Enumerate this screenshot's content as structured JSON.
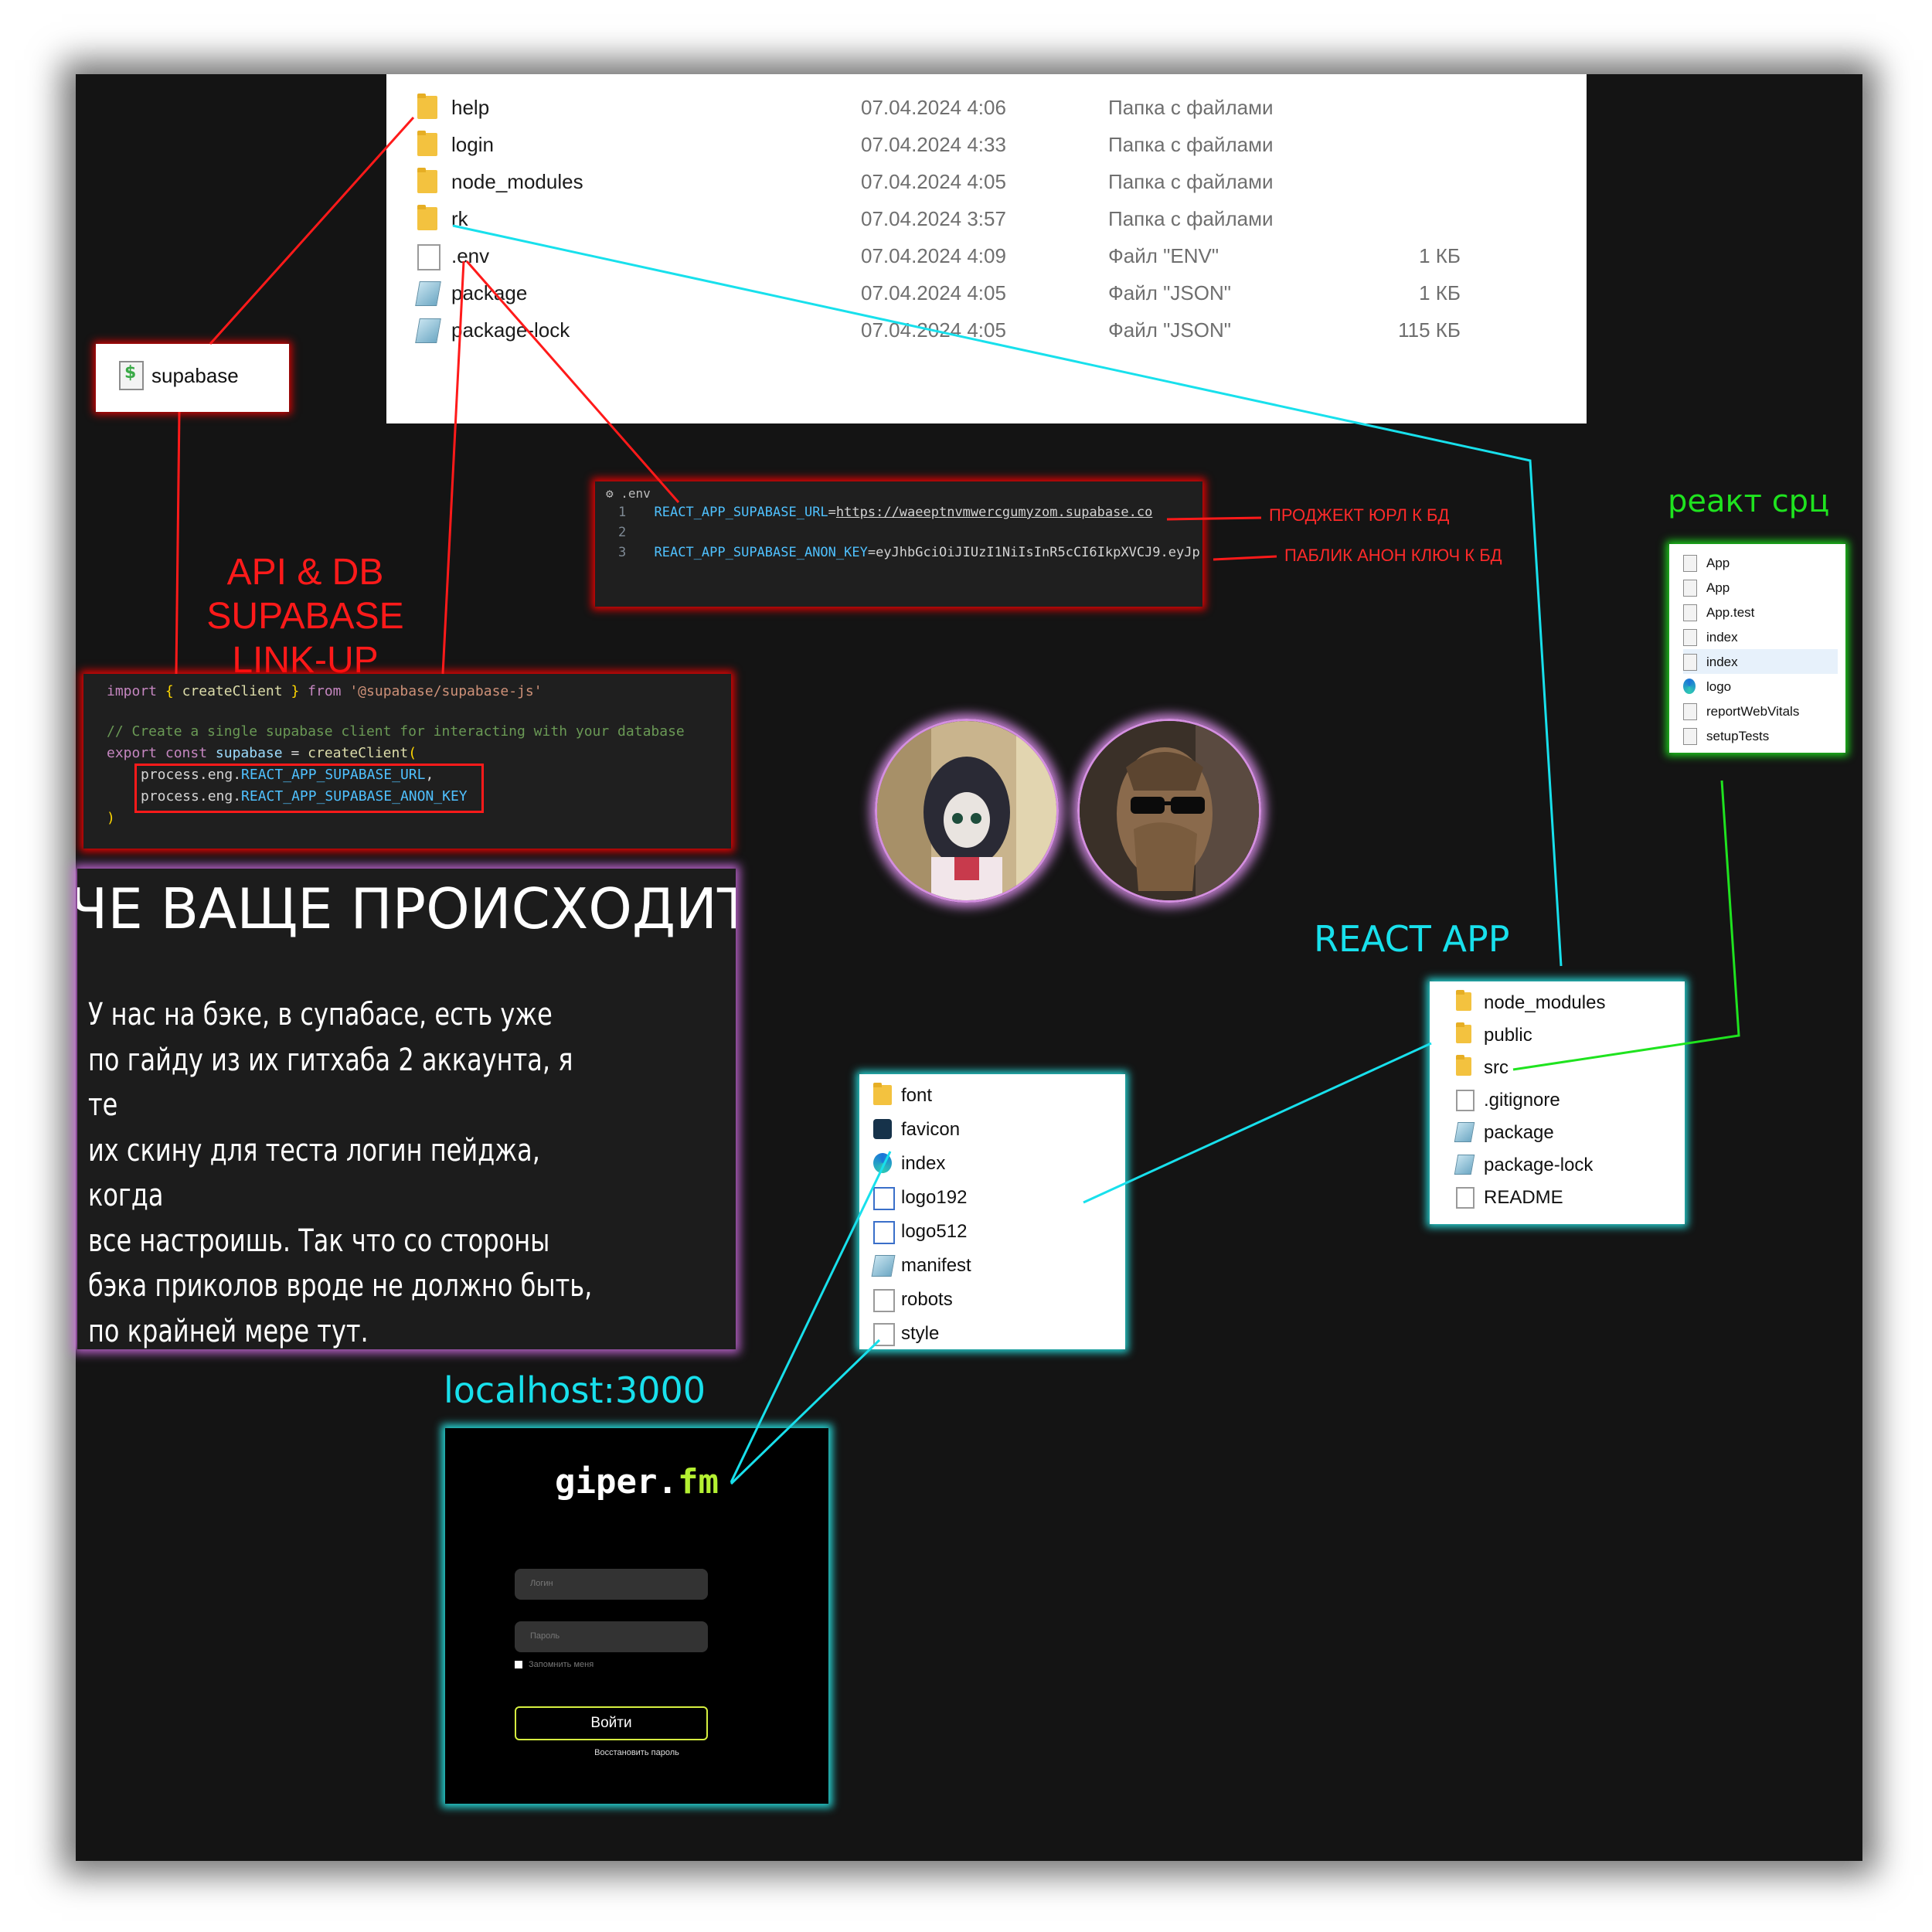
{
  "explorer": {
    "rows": [
      {
        "name": "help",
        "date": "07.04.2024 4:06",
        "type": "Папка с файлами",
        "size": "",
        "icon": "folder-icon"
      },
      {
        "name": "login",
        "date": "07.04.2024 4:33",
        "type": "Папка с файлами",
        "size": "",
        "icon": "folder-icon"
      },
      {
        "name": "node_modules",
        "date": "07.04.2024 4:05",
        "type": "Папка с файлами",
        "size": "",
        "icon": "folder-icon"
      },
      {
        "name": "rk",
        "date": "07.04.2024 3:57",
        "type": "Папка с файлами",
        "size": "",
        "icon": "folder-icon"
      },
      {
        "name": ".env",
        "date": "07.04.2024 4:09",
        "type": "Файл \"ENV\"",
        "size": "1 КБ",
        "icon": "file-icon"
      },
      {
        "name": "package",
        "date": "07.04.2024 4:05",
        "type": "Файл \"JSON\"",
        "size": "1 КБ",
        "icon": "json-icon"
      },
      {
        "name": "package-lock",
        "date": "07.04.2024 4:05",
        "type": "Файл \"JSON\"",
        "size": "115 КБ",
        "icon": "json-icon"
      }
    ]
  },
  "supabase_file": {
    "label": "supabase"
  },
  "api_title": {
    "line1": "API & DB",
    "line2": "SUPABASE",
    "line3": "LINK-UP"
  },
  "env": {
    "tab": ".env",
    "line1_no": "1",
    "line1_key": "REACT_APP_SUPABASE_URL",
    "line1_eq": "=",
    "line1_val": "https://waeeptnvmwercgumyzom.supabase.co",
    "line2_no": "2",
    "line3_no": "3",
    "line3_key": "REACT_APP_SUPABASE_ANON_KEY",
    "line3_val": "=eyJhbGciOiJIUzI1NiIsInR5cCI6IkpXVCJ9.eyJp",
    "note_url": "ПРОДЖЕКТ ЮРЛ К БД",
    "note_key": "ПАБЛИК АНОН КЛЮЧ К БД"
  },
  "code": {
    "l1_import": "import",
    "l1_open": "{",
    "l1_fn": "createClient",
    "l1_close": "}",
    "l1_from": "from",
    "l1_str": "'@supabase/supabase-js'",
    "l2_comment": "// Create a single supabase client for interacting with your database",
    "l3_export": "export",
    "l3_const": "const",
    "l3_var": "supabase",
    "l3_eq": "=",
    "l3_fn": "createClient",
    "l3_paren": "(",
    "l4_pre": "process.eng.",
    "l4_key": "REACT_APP_SUPABASE_URL",
    "l4_post": ",",
    "l5_pre": "process.eng.",
    "l5_key": "REACT_APP_SUPABASE_ANON_KEY",
    "l6_close": ")"
  },
  "story": {
    "heading": "ЧЕ ВАЩЕ ПРОИСХОДИТ",
    "body": "У нас на бэке, в супабасе, есть уже\nпо гайду из их гитхаба 2 аккаунта, я те\nих скину для теста логин пейджа, когда\nвсе настроишь. Так что со стороны\nбэка приколов вроде не должно быть,\nпо крайней мере тут."
  },
  "src_panel": {
    "title": "реакт срц",
    "items": [
      {
        "name": "App"
      },
      {
        "name": "App"
      },
      {
        "name": "App.test"
      },
      {
        "name": "index"
      },
      {
        "name": "index"
      },
      {
        "name": "logo"
      },
      {
        "name": "reportWebVitals"
      },
      {
        "name": "setupTests"
      }
    ]
  },
  "app_panel": {
    "title": "REACT APP",
    "items": [
      {
        "name": "node_modules"
      },
      {
        "name": "public"
      },
      {
        "name": "src"
      },
      {
        "name": ".gitignore"
      },
      {
        "name": "package"
      },
      {
        "name": "package-lock"
      },
      {
        "name": "README"
      }
    ]
  },
  "public_panel": {
    "items": [
      {
        "name": "font"
      },
      {
        "name": "favicon"
      },
      {
        "name": "index"
      },
      {
        "name": "logo192"
      },
      {
        "name": "logo512"
      },
      {
        "name": "manifest"
      },
      {
        "name": "robots"
      },
      {
        "name": "style"
      }
    ]
  },
  "login": {
    "caption": "localhost:3000",
    "brand_main": "giper.",
    "brand_accent": "fm",
    "login_placeholder": "Логин",
    "password_placeholder": "Пароль",
    "remember": "Запомнить меня",
    "button": "Войти",
    "restore": "Восстановить пароль"
  },
  "colors": {
    "red": "#ff1a1a",
    "cyan": "#18e0ec",
    "green": "#1fe31f",
    "purple": "#d48fe0",
    "brand_accent": "#b4f032"
  }
}
